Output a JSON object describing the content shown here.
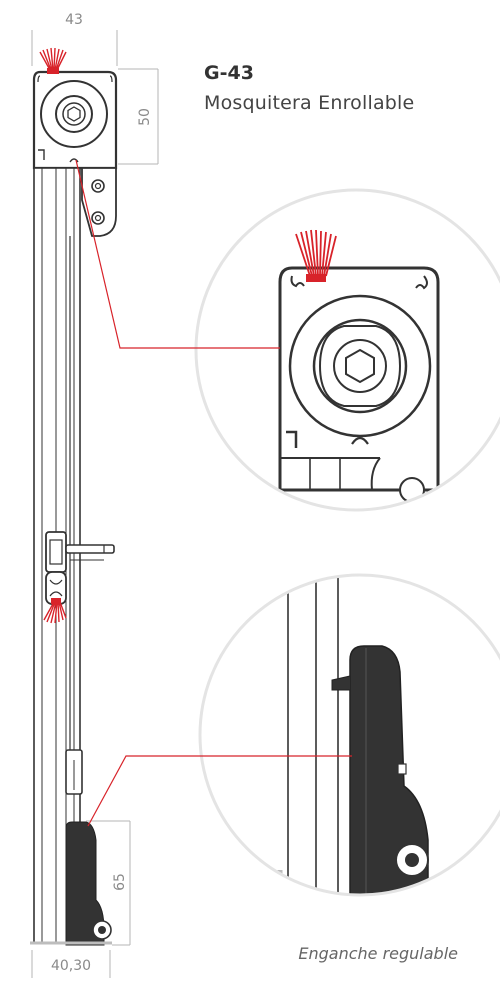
{
  "product": {
    "code": "G-43",
    "name": "Mosquitera Enrollable"
  },
  "dimensions": {
    "top_width": "43",
    "box_height": "50",
    "bottom_height": "65",
    "bottom_width": "40,30"
  },
  "callouts": {
    "bottom_detail_label": "Enganche regulable"
  },
  "colors": {
    "accent": "#d8232a",
    "profile": "#333333",
    "detail_circle": "#e4e4e4",
    "dimension": "#9a9a9a"
  }
}
